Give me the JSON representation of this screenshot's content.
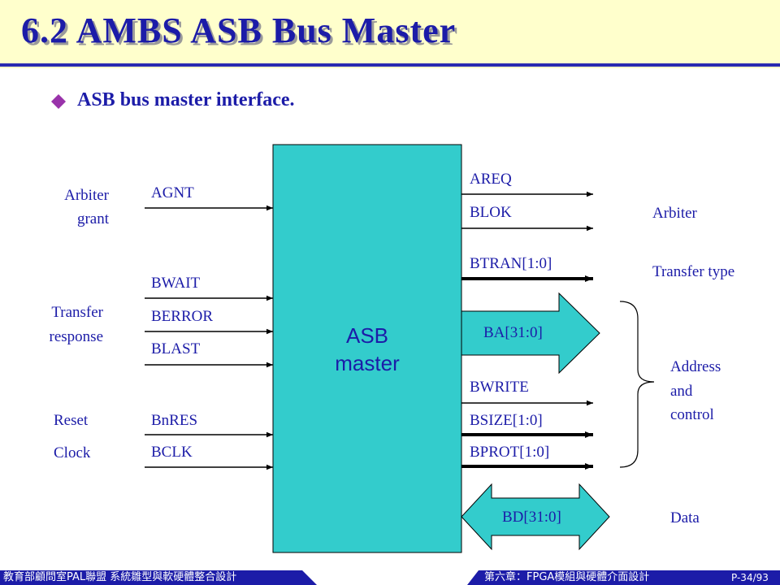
{
  "header": {
    "title": "6.2 AMBS ASB Bus Master",
    "subtitle": "ASB bus master interface."
  },
  "block": {
    "line1": "ASB",
    "line2": "master"
  },
  "left_groups": {
    "arbiter_grant_1": "Arbiter",
    "arbiter_grant_2": "grant",
    "transfer_response_1": "Transfer",
    "transfer_response_2": "response",
    "reset": "Reset",
    "clock": "Clock"
  },
  "input_signals": {
    "agnt": "AGNT",
    "bwait": "BWAIT",
    "berror": "BERROR",
    "blast": "BLAST",
    "bnres": "BnRES",
    "bclk": "BCLK"
  },
  "output_signals": {
    "areq": "AREQ",
    "blok": "BLOK",
    "btran": "BTRAN[1:0]",
    "ba": "BA[31:0]",
    "bwrite": "BWRITE",
    "bsize": "BSIZE[1:0]",
    "bprot": "BPROT[1:0]",
    "bd": "BD[31:0]"
  },
  "right_groups": {
    "arbiter": "Arbiter",
    "transfer_type": "Transfer type",
    "address_1": "Address",
    "address_2": "and",
    "address_3": "control",
    "data": "Data"
  },
  "footer": {
    "left": "教育部顧問室PAL聯盟 系統雛型與軟硬體整合設計",
    "right": "第六章：FPGA模組與硬體介面設計",
    "page": "P-34/93"
  },
  "colors": {
    "text": "#1c1ca8",
    "block_fill": "#33cccc",
    "title_bg": "#ffffcc",
    "footer_bg": "#1c1ca8"
  }
}
